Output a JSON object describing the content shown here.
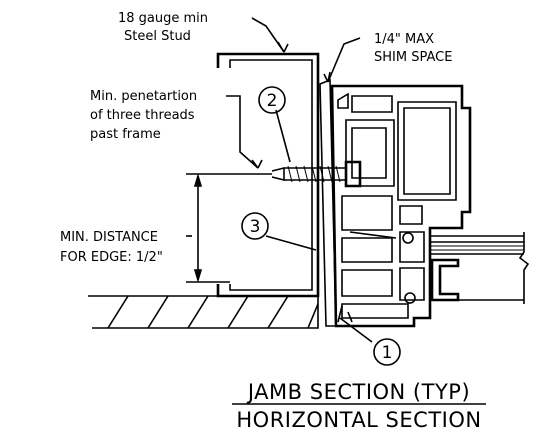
{
  "labels": {
    "steel_stud": [
      "18 gauge min",
      "Steel Stud"
    ],
    "shim_space": [
      "1/4\" MAX",
      "SHIM SPACE"
    ],
    "penetration": [
      "Min. penetartion",
      "of three threads",
      "past frame"
    ],
    "min_distance": [
      "MIN. DISTANCE",
      "FOR EDGE: 1/2\""
    ]
  },
  "callouts": [
    "1",
    "2",
    "3"
  ],
  "titles": {
    "line1": "JAMB SECTION (TYP)",
    "line2": "HORIZONTAL SECTION"
  }
}
